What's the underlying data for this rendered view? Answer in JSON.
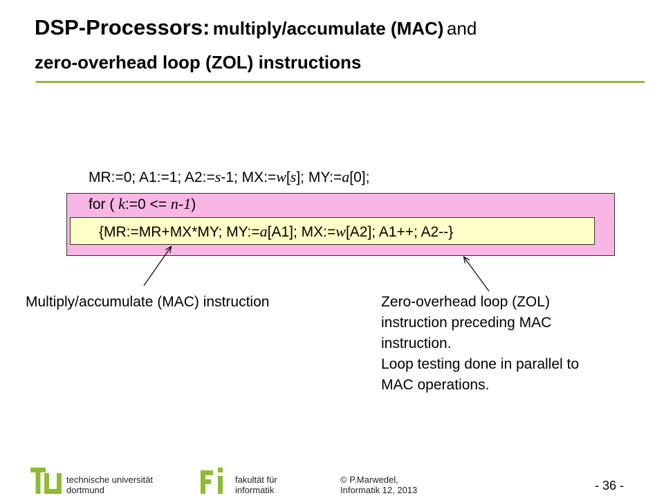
{
  "title": {
    "main": "DSP-Processors:",
    "part1": "multiply/accumulate (MAC)",
    "and": "and",
    "part2": "zero-overhead loop (ZOL) instructions"
  },
  "code": {
    "line1": [
      {
        "t": "MR:=0; A1:=1; A2:="
      },
      {
        "t": "s",
        "i": true
      },
      {
        "t": "-1; MX:="
      },
      {
        "t": "w",
        "i": true
      },
      {
        "t": "["
      },
      {
        "t": "s",
        "i": true
      },
      {
        "t": "]; MY:="
      },
      {
        "t": "a",
        "i": true
      },
      {
        "t": "[0];"
      }
    ],
    "line2": [
      {
        "t": "for ( "
      },
      {
        "t": "k",
        "i": true
      },
      {
        "t": ":=0 <= "
      },
      {
        "t": "n-1",
        "i": true
      },
      {
        "t": ")"
      }
    ],
    "line3": [
      {
        "t": "{MR:=MR+MX*MY; MY:="
      },
      {
        "t": "a",
        "i": true
      },
      {
        "t": "[A1]; MX:="
      },
      {
        "t": "w",
        "i": true
      },
      {
        "t": "[A2]; A1++; A2--}"
      }
    ]
  },
  "annotations": {
    "mac": "Multiply/accumulate (MAC) instruction",
    "zol": [
      "Zero-overhead loop (ZOL)",
      "instruction preceding MAC",
      "instruction.",
      "Loop testing done in parallel to",
      "MAC operations."
    ]
  },
  "footer": {
    "tu_line1": "technische universität",
    "tu_line2": "dortmund",
    "fi_line1": "fakultät für",
    "fi_line2": "informatik",
    "author_line1": "© P.Marwedel,",
    "author_line2": "Informatik 12,  2013",
    "page": "- 36 -"
  },
  "colors": {
    "accent": "#8dbb35",
    "loop_box": "#f7b6e3",
    "mac_box": "#ffffc8"
  }
}
